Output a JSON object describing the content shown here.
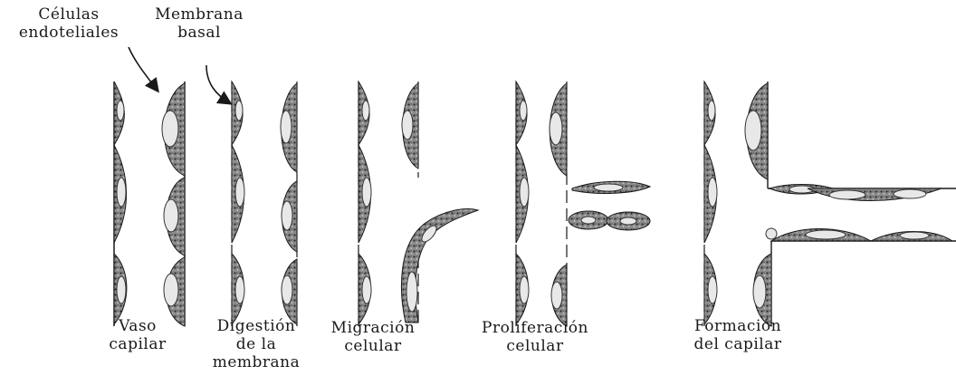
{
  "callouts": {
    "endothelial": [
      "Células",
      "endoteliales"
    ],
    "membrane": [
      "Membrana",
      "basal"
    ]
  },
  "stages": [
    {
      "label": [
        "Vaso",
        "capilar"
      ]
    },
    {
      "label": [
        "Digestión",
        "de la",
        "membrana"
      ]
    },
    {
      "label": [
        "Migración",
        "celular"
      ]
    },
    {
      "label": [
        "Proliferación",
        "celular"
      ]
    },
    {
      "label": [
        "Formación",
        "del capilar"
      ]
    }
  ],
  "colors": {
    "ink": "#1a1a1a",
    "cell_fill": "#7d7d7d",
    "nucleus": "#e8e8e8"
  }
}
